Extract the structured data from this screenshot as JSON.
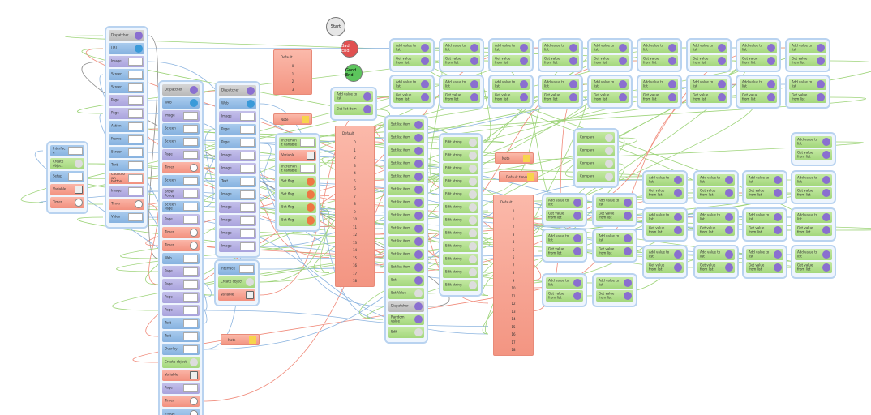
{
  "start": {
    "label": "Start",
    "color": "#e6e6e6"
  },
  "bad_end": {
    "label": "Bad End",
    "color": "#e05050"
  },
  "good_end": {
    "label": "Good End",
    "color": "#5cc55c"
  },
  "default_label": "Default",
  "colors": {
    "wire_red": "#f08a7a",
    "wire_green": "#9ed47a",
    "wire_blue": "#8db5e0",
    "wire_gray": "#888888"
  },
  "groups": [
    {
      "items": [
        [
          "Interface",
          "blue",
          "img"
        ],
        [
          "Create object",
          "green",
          "pen"
        ],
        [
          "Setup",
          "blue",
          "img"
        ],
        [
          "Variable",
          "red",
          "doc"
        ],
        [
          "Timer",
          "red",
          "clock"
        ]
      ]
    },
    {
      "items": [
        [
          "Dispatcher",
          "gray",
          "gear"
        ],
        [
          "URL",
          "blue",
          "globe"
        ],
        [
          "Image",
          "purple",
          "img"
        ],
        [
          "Screen",
          "blue",
          "img"
        ],
        [
          "Screen",
          "blue",
          "img"
        ],
        [
          "Page",
          "purple",
          "img"
        ],
        [
          "Page",
          "purple",
          "img"
        ],
        [
          "Action",
          "blue",
          "img"
        ],
        [
          "Frame",
          "blue",
          "img"
        ],
        [
          "Screen",
          "blue",
          "img"
        ],
        [
          "Text",
          "blue",
          "img"
        ],
        [
          "Countdown button",
          "red",
          "img"
        ],
        [
          "Image",
          "purple",
          "img"
        ],
        [
          "Timer",
          "red",
          "clock"
        ],
        [
          "Video",
          "blue",
          "img"
        ]
      ]
    },
    {
      "items": [
        [
          "Dispatcher",
          "gray",
          "gear"
        ],
        [
          "Web",
          "blue",
          "globe"
        ],
        [
          "Image",
          "purple",
          "img"
        ],
        [
          "Screen",
          "blue",
          "img"
        ],
        [
          "Screen",
          "blue",
          "img"
        ],
        [
          "Page",
          "purple",
          "img"
        ],
        [
          "Timer",
          "red",
          "clock"
        ],
        [
          "Screen",
          "blue",
          "img"
        ],
        [
          "Show Popup",
          "purple",
          "img"
        ],
        [
          "Screen Page",
          "blue",
          "img"
        ],
        [
          "Page",
          "purple",
          "img"
        ],
        [
          "Timer",
          "red",
          "clock"
        ],
        [
          "Timer",
          "red",
          "clock"
        ],
        [
          "Web",
          "blue",
          "img"
        ],
        [
          "Page",
          "purple",
          "img"
        ],
        [
          "Page",
          "purple",
          "img"
        ],
        [
          "Page",
          "purple",
          "img"
        ],
        [
          "Page",
          "purple",
          "img"
        ],
        [
          "Text",
          "blue",
          "img"
        ],
        [
          "Text",
          "blue",
          "img"
        ],
        [
          "Overlay",
          "blue",
          "img"
        ],
        [
          "Create object",
          "green",
          "pen"
        ],
        [
          "Variable",
          "red",
          "doc"
        ],
        [
          "Page",
          "purple",
          "img"
        ],
        [
          "Timer",
          "red",
          "clock"
        ],
        [
          "Image",
          "blue",
          "clock"
        ]
      ]
    },
    {
      "items": [
        [
          "Dispatcher",
          "gray",
          "gear"
        ],
        [
          "Web",
          "blue",
          "globe"
        ],
        [
          "Image",
          "purple",
          "img"
        ],
        [
          "Page",
          "blue",
          "img"
        ],
        [
          "Page",
          "blue",
          "img"
        ],
        [
          "Image",
          "purple",
          "img"
        ],
        [
          "Image",
          "purple",
          "img"
        ],
        [
          "Text",
          "blue",
          "img"
        ],
        [
          "Image",
          "blue",
          "img"
        ],
        [
          "Image",
          "purple",
          "img"
        ],
        [
          "Image",
          "purple",
          "img"
        ],
        [
          "Image",
          "purple",
          "img"
        ],
        [
          "Image",
          "purple",
          "img"
        ]
      ]
    },
    {
      "items": [
        [
          "Interface",
          "blue",
          "img"
        ],
        [
          "Create object",
          "green",
          "pen"
        ],
        [
          "Variable",
          "red",
          "doc"
        ]
      ]
    },
    {
      "items": [
        [
          "Increment variable",
          "green",
          "img"
        ],
        [
          "Variable",
          "red",
          "doc"
        ],
        [
          "Increment variable",
          "green",
          "img"
        ],
        [
          "Set flag",
          "green",
          "flag"
        ],
        [
          "Set flag",
          "green",
          "flag"
        ],
        [
          "Set flag",
          "green",
          "flag"
        ],
        [
          "Set flag",
          "green",
          "flag"
        ]
      ]
    },
    {
      "items": [
        [
          "Add value to list",
          "green",
          "gear"
        ],
        [
          "Get list item",
          "green",
          "gear"
        ]
      ]
    },
    {
      "items": [
        [
          "Set list item",
          "green",
          "gear"
        ],
        [
          "Set list item",
          "green",
          "gear"
        ],
        [
          "Set list item",
          "green",
          "gear"
        ],
        [
          "Set list item",
          "green",
          "gear"
        ],
        [
          "Set list item",
          "green",
          "gear"
        ],
        [
          "Set list item",
          "green",
          "gear"
        ],
        [
          "Set list item",
          "green",
          "gear"
        ],
        [
          "Set list item",
          "green",
          "gear"
        ],
        [
          "Set list item",
          "green",
          "gear"
        ],
        [
          "Set list item",
          "green",
          "gear"
        ],
        [
          "Set list item",
          "green",
          "gear"
        ],
        [
          "Set list item",
          "green",
          "gear"
        ],
        [
          "Set",
          "green",
          "gear"
        ],
        [
          "Set Value",
          "green",
          "pen"
        ],
        [
          "Dispatcher",
          "gray",
          "gear"
        ],
        [
          "Random value",
          "green",
          "gear"
        ],
        [
          "Edit",
          "green",
          "pen"
        ]
      ]
    },
    {
      "items": [
        [
          "Edit string",
          "green",
          "pen"
        ],
        [
          "Edit string",
          "green",
          "pen"
        ],
        [
          "Edit string",
          "green",
          "pen"
        ],
        [
          "Edit string",
          "green",
          "pen"
        ],
        [
          "Edit string",
          "green",
          "pen"
        ],
        [
          "Edit string",
          "green",
          "pen"
        ],
        [
          "Edit string",
          "green",
          "pen"
        ],
        [
          "Edit string",
          "green",
          "pen"
        ],
        [
          "Edit string",
          "green",
          "pen"
        ],
        [
          "Edit string",
          "green",
          "pen"
        ],
        [
          "Edit string",
          "green",
          "pen"
        ],
        [
          "Edit string",
          "green",
          "pen"
        ]
      ]
    },
    {
      "items": [
        [
          "Compare",
          "green",
          "pen"
        ],
        [
          "Compare",
          "green",
          "pen"
        ],
        [
          "Compare",
          "green",
          "pen"
        ],
        [
          "Compare",
          "green",
          "pen"
        ]
      ]
    }
  ],
  "pair_items": [
    "Add value to list",
    "Get value from list"
  ],
  "notes": [
    "Note",
    "Note",
    "Default timer",
    "Note"
  ],
  "outputs": [
    "0",
    "1",
    "2",
    "3",
    "4",
    "5",
    "6",
    "7",
    "8",
    "9",
    "10",
    "11",
    "12",
    "13",
    "14",
    "15",
    "16",
    "17",
    "18"
  ]
}
